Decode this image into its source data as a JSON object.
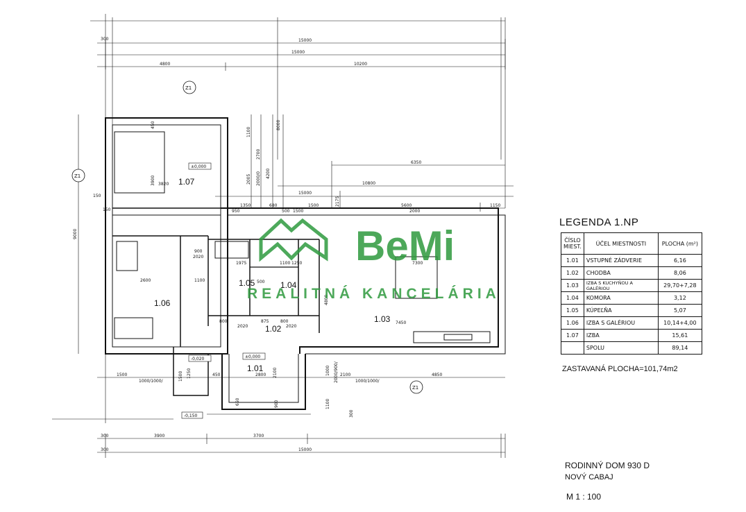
{
  "dimensions": {
    "top": [
      "300",
      "15000",
      "15000",
      "4800",
      "10200"
    ],
    "top_right": [
      "6350",
      "10800",
      "15000",
      "5600",
      "1150"
    ],
    "inner": [
      "1350",
      "950",
      "1500",
      "680",
      "1500",
      "2000",
      "500"
    ],
    "vertical": [
      "450",
      "3900",
      "3820",
      "1100",
      "2700",
      "2005",
      "2000/0",
      "4200",
      "8000",
      "2175",
      "9000",
      "150",
      "150"
    ],
    "rooms_inner": [
      "900",
      "2020",
      "1100",
      "2600",
      "1975",
      "1100",
      "1250",
      "500",
      "800",
      "2020",
      "875",
      "800",
      "2020",
      "7300",
      "7450",
      "4800"
    ],
    "bottom": [
      "1500",
      "1000/1000/",
      "1500",
      "450",
      "2800",
      "2100",
      "1000",
      "2000/900/",
      "2100",
      "1000/1000/",
      "4850"
    ],
    "bottom_total": [
      "300",
      "3900",
      "3700",
      "300",
      "15000"
    ],
    "misc": [
      "650",
      "1100",
      "300",
      "900",
      "1250"
    ]
  },
  "levels": [
    "±0,000",
    "±0,000",
    "-0,020",
    "-0,150"
  ],
  "axis_marks": [
    "Z1",
    "Z1",
    "Z1"
  ],
  "rooms": [
    {
      "id": "1.01"
    },
    {
      "id": "1.02"
    },
    {
      "id": "1.03"
    },
    {
      "id": "1.04"
    },
    {
      "id": "1.05"
    },
    {
      "id": "1.06"
    },
    {
      "id": "1.07"
    }
  ],
  "watermark": {
    "brand": "BeMi",
    "tagline": "REALITNÁ KANCELÁRIA",
    "color": "#2e9a3e"
  },
  "legend": {
    "title": "LEGENDA 1.NP",
    "headers": [
      "ČÍSLO MIEST.",
      "ÚČEL MIESTNOSTI",
      "PLOCHA (m²)"
    ],
    "rows": [
      [
        "1.01",
        "VSTUPNÉ ZÁDVERIE",
        "6,16"
      ],
      [
        "1.02",
        "CHODBA",
        "8,06"
      ],
      [
        "1.03",
        "IZBA S KUCHYŇOU A GALÉRIOU",
        "29,70+7,28"
      ],
      [
        "1.04",
        "KOMORA",
        "3,12"
      ],
      [
        "1.05",
        "KÚPEĽŇA",
        "5,07"
      ],
      [
        "1.06",
        "IZBA S GALÉRIOU",
        "10,14+4,00"
      ],
      [
        "1.07",
        "IZBA",
        "15,61"
      ],
      [
        "",
        "SPOLU",
        "89,14"
      ]
    ]
  },
  "built_area": "ZASTAVANÁ PLOCHA=101,74m2",
  "title_block": {
    "line1": "RODINNÝ DOM  930 D",
    "line2": "NOVÝ CABAJ",
    "scale": "M 1 : 100"
  }
}
